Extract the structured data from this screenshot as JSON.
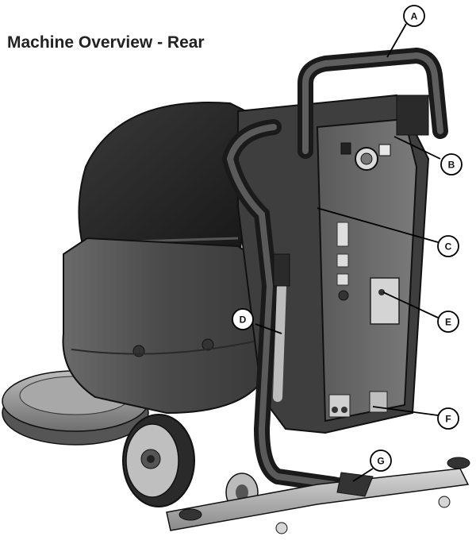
{
  "title": "Machine Overview - Rear",
  "callouts": [
    "A",
    "B",
    "C",
    "D",
    "E",
    "F",
    "G"
  ],
  "colors": {
    "body_dark": "#2f2f2f",
    "body_mid": "#555555",
    "body_light": "#8a8a8a",
    "highlight": "#cfcfcf",
    "line": "#111111"
  }
}
